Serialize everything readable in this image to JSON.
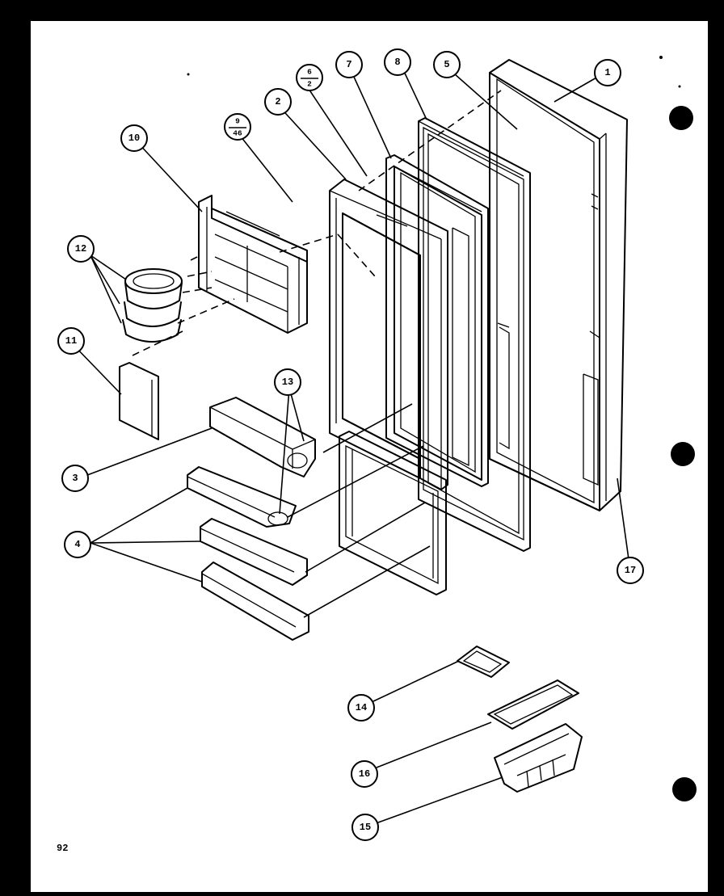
{
  "page_number": "92",
  "callouts": [
    {
      "id": "c1",
      "label": "1"
    },
    {
      "id": "c5",
      "label": "5"
    },
    {
      "id": "c8",
      "label": "8"
    },
    {
      "id": "c7",
      "label": "7"
    },
    {
      "id": "c6",
      "label_top": "6",
      "label_bottom": "2"
    },
    {
      "id": "c2",
      "label": "2"
    },
    {
      "id": "c9",
      "label_top": "9",
      "label_bottom": "46"
    },
    {
      "id": "c10",
      "label": "10"
    },
    {
      "id": "c12",
      "label": "12"
    },
    {
      "id": "c11",
      "label": "11"
    },
    {
      "id": "c13",
      "label": "13"
    },
    {
      "id": "c3",
      "label": "3"
    },
    {
      "id": "c4",
      "label": "4"
    },
    {
      "id": "c17",
      "label": "17"
    },
    {
      "id": "c14",
      "label": "14"
    },
    {
      "id": "c16",
      "label": "16"
    },
    {
      "id": "c15",
      "label": "15"
    }
  ],
  "colors": {
    "background": "#000000",
    "sheet": "#ffffff",
    "ink": "#000000"
  }
}
